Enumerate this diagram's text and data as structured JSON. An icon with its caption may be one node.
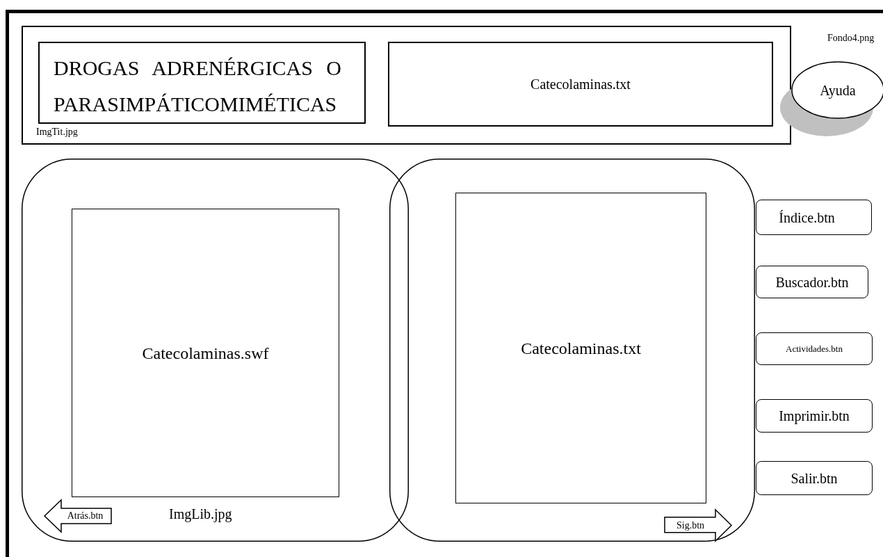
{
  "diagram": {
    "nodes": [
      {
        "text": [
          "Fondo4.png"
        ]
      },
      {
        "text": [
          "ImgTit.jpg"
        ],
        "in": 0
      },
      {
        "text": [
          "DROGAS ADRENÉRGICAS O PARASIMPÁTICOMIMÉTICAS"
        ],
        "in": 1
      },
      {
        "text": [
          "Catecolaminas.txt"
        ],
        "in": 1
      },
      {
        "text": [
          "Ayuda"
        ],
        "in": 0
      },
      {
        "text": [
          "ImgLib.jpg"
        ],
        "in": 0
      },
      {
        "text": [
          "Catecolaminas.swf"
        ],
        "in": 5
      },
      {
        "text": [
          "Atrás.btn"
        ],
        "in": 5
      },
      {
        "text": [],
        "shape": "box",
        "in": 0
      },
      {
        "text": [
          "Catecolaminas.txt"
        ],
        "in": 8
      },
      {
        "text": [
          "Sig.btn"
        ],
        "in": 8
      },
      {
        "text": [
          "Índice.btn"
        ],
        "in": 0
      },
      {
        "text": [
          "Buscador.btn"
        ],
        "in": 0
      },
      {
        "text": [
          "Actividades.btn"
        ],
        "in": 0
      },
      {
        "text": [
          "Imprimir.btn"
        ],
        "in": 0
      },
      {
        "text": [
          "Salir.btn"
        ],
        "in": 0
      }
    ]
  }
}
